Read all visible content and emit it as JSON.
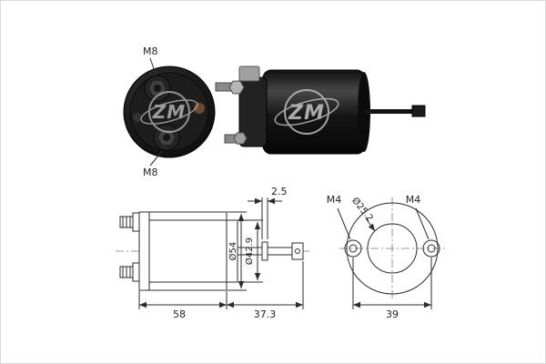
{
  "watermark": {
    "text": "ZM"
  },
  "photo_front": {
    "bolt_top": "M8",
    "bolt_bottom": "M8"
  },
  "drawing_side": {
    "dim_collar": "2.5",
    "dim_outer_diameter": "Ø54",
    "dim_inner_diameter": "Ø42.9",
    "dim_body_length": "58",
    "dim_plunger_length": "37.3"
  },
  "drawing_front": {
    "dim_bore": "Ø25.2",
    "terminal_left": "M4",
    "terminal_right": "M4",
    "dim_terminal_span": "39"
  },
  "colors": {
    "line": "#2b2b2b",
    "dim_text": "#1f1f1f",
    "photo_black": "#141414",
    "watermark_gray": "#c6c6c6",
    "background": "#ffffff"
  }
}
